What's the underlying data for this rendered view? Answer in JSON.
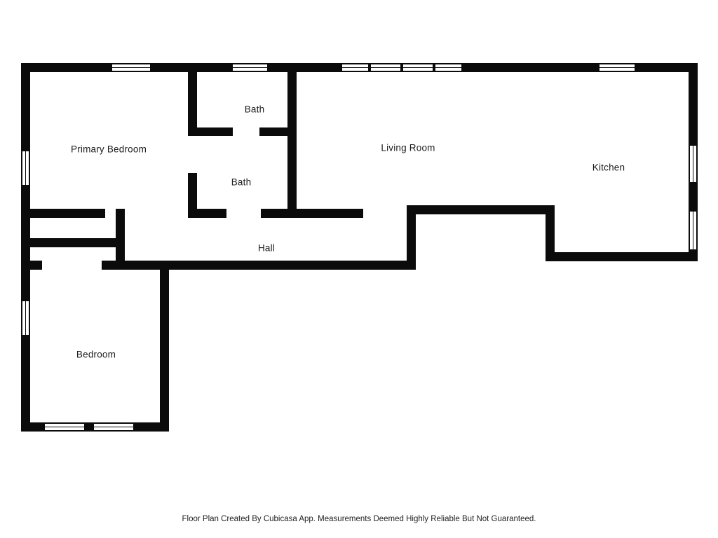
{
  "floor_plan": {
    "rooms": [
      {
        "label": "Primary Bedroom"
      },
      {
        "label": "Bath"
      },
      {
        "label": "Bath"
      },
      {
        "label": "Living Room"
      },
      {
        "label": "Kitchen"
      },
      {
        "label": "Hall"
      },
      {
        "label": "Bedroom"
      }
    ],
    "footer": {
      "text": "Floor Plan Created By Cubicasa App. Measurements Deemed Highly Reliable But Not Guaranteed."
    },
    "colors": {
      "wall": "#0b0b0b",
      "background": "#ffffff",
      "label_text": "#1c1c1c"
    }
  }
}
